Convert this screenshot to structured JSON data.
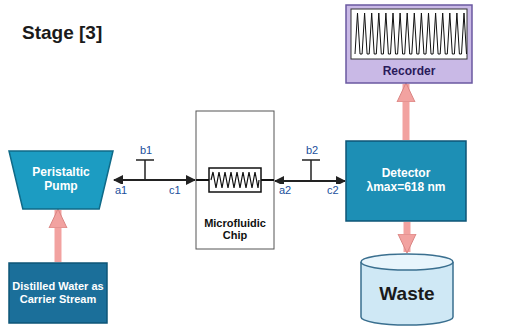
{
  "diagram": {
    "title": "Stage [3]",
    "nodes": [
      {
        "text": [
          "Peristaltic Pump"
        ]
      },
      {
        "text": [
          "Microfluidic Chip"
        ]
      },
      {
        "text": [
          "Recorder"
        ]
      },
      {
        "text": [
          "Detector λmax=618 nm"
        ]
      },
      {
        "text": [
          "Distilled Water as Carrier Stream"
        ]
      },
      {
        "text": [
          "Waste"
        ]
      }
    ],
    "edges": [
      {
        "from": 4,
        "to": 0,
        "arrow": "to"
      },
      {
        "from": 0,
        "to": 1,
        "arrow": "both"
      },
      {
        "from": 1,
        "to": 3,
        "arrow": "both"
      },
      {
        "from": 3,
        "to": 2,
        "arrow": "to"
      },
      {
        "from": 3,
        "to": 5,
        "arrow": "to"
      }
    ],
    "labels": [
      "a1",
      "b1",
      "c1",
      "a2",
      "b2",
      "c2"
    ]
  }
}
